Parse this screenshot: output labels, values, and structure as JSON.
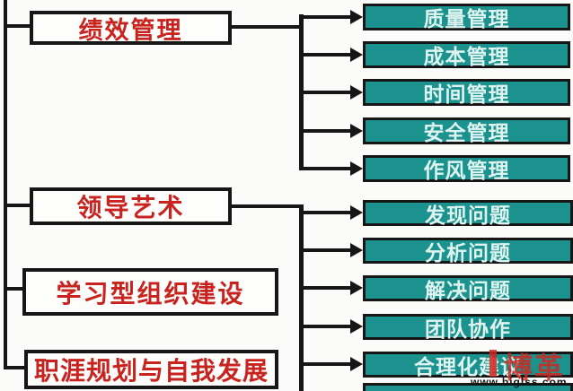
{
  "diagram": {
    "left_nodes": [
      {
        "label": "绩效管理"
      },
      {
        "label": "领导艺术"
      },
      {
        "label": "学习型组织建设"
      },
      {
        "label": "职涯规划与自我发展"
      }
    ],
    "group1_nodes": [
      {
        "label": "质量管理"
      },
      {
        "label": "成本管理"
      },
      {
        "label": "时间管理"
      },
      {
        "label": "安全管理"
      },
      {
        "label": "作风管理"
      }
    ],
    "group2_nodes": [
      {
        "label": "发现问题"
      },
      {
        "label": "分析问题"
      },
      {
        "label": "解决问题"
      },
      {
        "label": "团队协作"
      },
      {
        "label": "合理化建议"
      }
    ],
    "colors": {
      "teal_node_fill": "#1b928e",
      "teal_node_text": "#def4f0",
      "left_node_text": "#c8231e",
      "line_and_border": "#161616",
      "background": "#fbfbfa"
    }
  },
  "watermark": {
    "logo_text": "博革",
    "site_url": "www.biglss.com",
    "color": "#d3261d"
  }
}
